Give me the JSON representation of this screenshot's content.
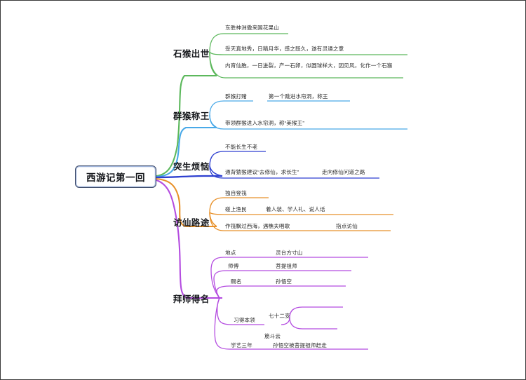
{
  "title": "西游记第一回",
  "root": {
    "label": "西游记第一回"
  },
  "colors": {
    "branch1": "#5cb85c",
    "branch2": "#49a9e8",
    "branch3": "#2d3fd0",
    "branch4": "#e8912a",
    "branch5": "#b44ce0",
    "root_border": "#3f4c6b",
    "root_inner": "#9fb3d9",
    "text": "#2b2b2b"
  },
  "branches": [
    {
      "label": "石猴出世",
      "color": "#5cb85c",
      "children": [
        {
          "label": "东胜神洲傲来国花果山",
          "leaf": ""
        },
        {
          "label": "受天真地秀，日精月华，感之既久，遂有灵通之意",
          "leaf": ""
        },
        {
          "label": "内育仙胞，一日迸裂，产一石卵，似圆球样大，因见风，化作一个石猴",
          "leaf": ""
        }
      ]
    },
    {
      "label": "群猴称王",
      "color": "#49a9e8",
      "children": [
        {
          "label": "群猴打赌",
          "leaf": "第一个跳进水帘洞，称王"
        },
        {
          "label": "带领群猴进入水帘洞，称“美猴王”",
          "leaf": ""
        }
      ]
    },
    {
      "label": "突生烦恼",
      "color": "#2d3fd0",
      "children": [
        {
          "label": "不能长生不老",
          "leaf": ""
        },
        {
          "label": "通背猿猴建议“去修仙，求长生”",
          "leaf": "走向修仙问道之路"
        }
      ]
    },
    {
      "label": "访仙路途",
      "color": "#e8912a",
      "children": [
        {
          "label": "独自登筏",
          "leaf": ""
        },
        {
          "label": "碰上渔民",
          "leaf": "着人装、学人礼、说人话"
        },
        {
          "label": "作筏飘过西海，遇樵夫唱歌",
          "leaf": "指点访仙"
        }
      ]
    },
    {
      "label": "拜师得名",
      "color": "#b44ce0",
      "children": [
        {
          "label": "地点",
          "leaf": "灵台方寸山"
        },
        {
          "label": "师傅",
          "leaf": "菩提祖师"
        },
        {
          "label": "赐名",
          "leaf": "孙悟空"
        },
        {
          "label": "习得本领",
          "leaf": ""
        },
        {
          "label": "学艺三年",
          "leaf": "孙悟空被菩提祖师赶走"
        }
      ]
    }
  ],
  "deep_leaves": [
    {
      "label": "七十二变"
    },
    {
      "label": "筋斗云"
    }
  ]
}
